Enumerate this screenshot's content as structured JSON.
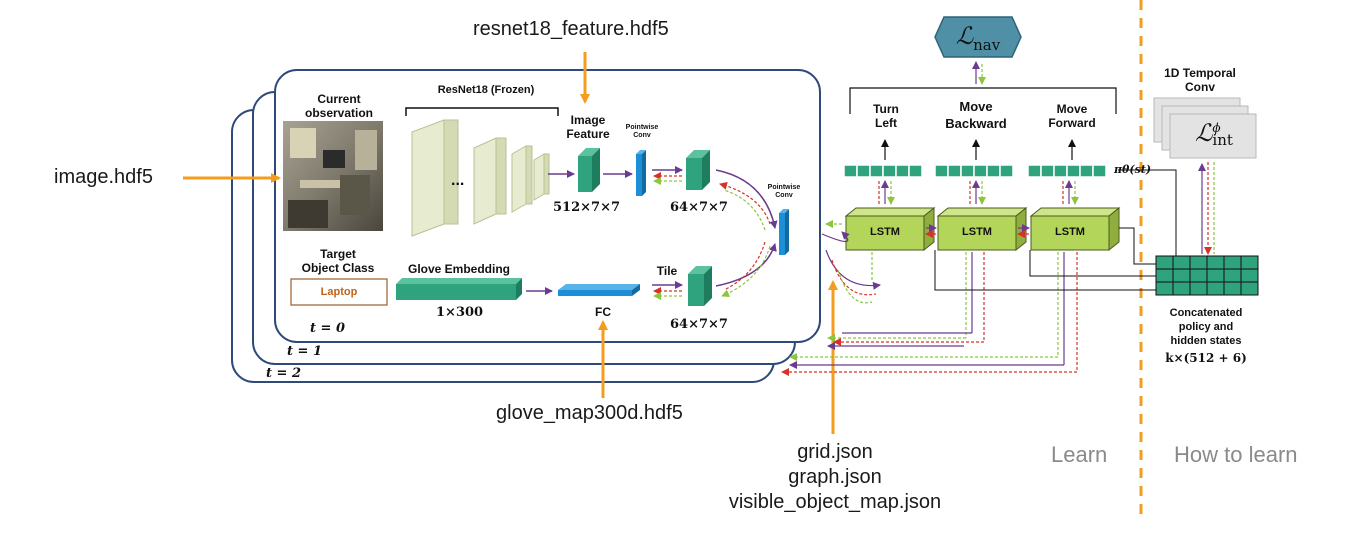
{
  "files": {
    "resnet": "resnet18_feature.hdf5",
    "image": "image.hdf5",
    "glove": "glove_map300d.hdf5",
    "json_lines": [
      "grid.json",
      "graph.json",
      "visible_object_map.json"
    ]
  },
  "panel": {
    "current_observation": [
      "Current",
      "observation"
    ],
    "resnet_label": "ResNet18 (Frozen)",
    "image_feature": [
      "Image",
      "Feature"
    ],
    "pointwise_conv": [
      "Pointwise",
      "Conv"
    ],
    "dim_512": "512×7×7",
    "dim_64_top": "64×7×7",
    "target_object_class": [
      "Target",
      "Object Class"
    ],
    "target_value": "Laptop",
    "glove_embedding": "Glove Embedding",
    "dim_1x300": "1×300",
    "fc": "FC",
    "tile": "Tile",
    "dim_64_bottom": "64×7×7",
    "t0": "t = 0",
    "t1": "t = 1",
    "t2": "t = 2",
    "ellipsis": "..."
  },
  "policy": {
    "loss_nav": "nav",
    "actions": [
      [
        "Turn",
        "Left"
      ],
      [
        "Move",
        "Backward"
      ],
      [
        "Move",
        "Forward"
      ]
    ],
    "pi": "πθ(st)",
    "lstm": "LSTM"
  },
  "learner": {
    "temporal_conv": [
      "1D Temporal",
      "Conv"
    ],
    "loss_int": "int",
    "loss_int_sup": "ϕ",
    "concat": [
      "Concatenated",
      "policy and",
      "hidden states"
    ],
    "concat_dim": "k×(512 + 6)"
  },
  "regions": {
    "learn": "Learn",
    "how_to_learn": "How to learn"
  },
  "colors": {
    "orange": "#f39c1e",
    "frame_border": "#2e4a7a",
    "feature_green": "#2ea37d",
    "conv_blue": "#1d8fd6",
    "lstm_green": "#b3d65a",
    "purple": "#6a3b8f",
    "red_dashed": "#d6322a",
    "green_dashed": "#8cc63f",
    "hex_fill": "#4f90a6"
  }
}
